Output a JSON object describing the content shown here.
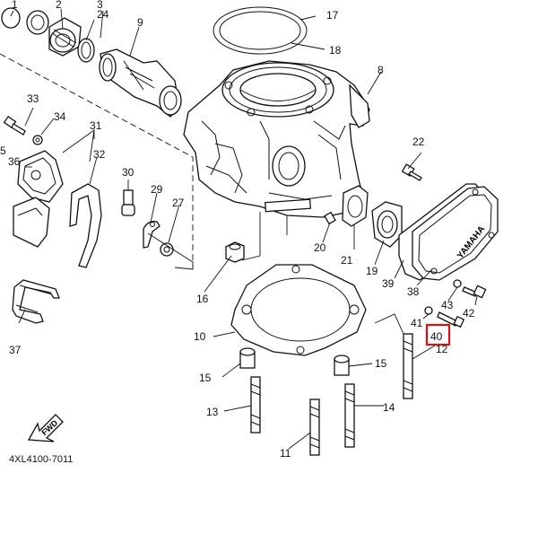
{
  "diagram": {
    "drawing_code": "4XL4100-7011",
    "direction_label": "FWD",
    "brand_label": "YAMAHA",
    "highlight_color": "#e01010",
    "highlighted_part": "40",
    "parts": {
      "p1": "1",
      "p2": "2",
      "p3": "3",
      "p5": "5",
      "p8": "8",
      "p9": "9",
      "p10": "10",
      "p11": "11",
      "p12": "12",
      "p13": "13",
      "p14": "14",
      "p15a": "15",
      "p15b": "15",
      "p16": "16",
      "p17": "17",
      "p18": "18",
      "p19": "19",
      "p20": "20",
      "p21": "21",
      "p22": "22",
      "p24": "24",
      "p27": "27",
      "p29": "29",
      "p30": "30",
      "p31": "31",
      "p32": "32",
      "p33": "33",
      "p34": "34",
      "p36": "36",
      "p37": "37",
      "p38": "38",
      "p39": "39",
      "p40": "40",
      "p41": "41",
      "p42": "42",
      "p43": "43"
    }
  }
}
